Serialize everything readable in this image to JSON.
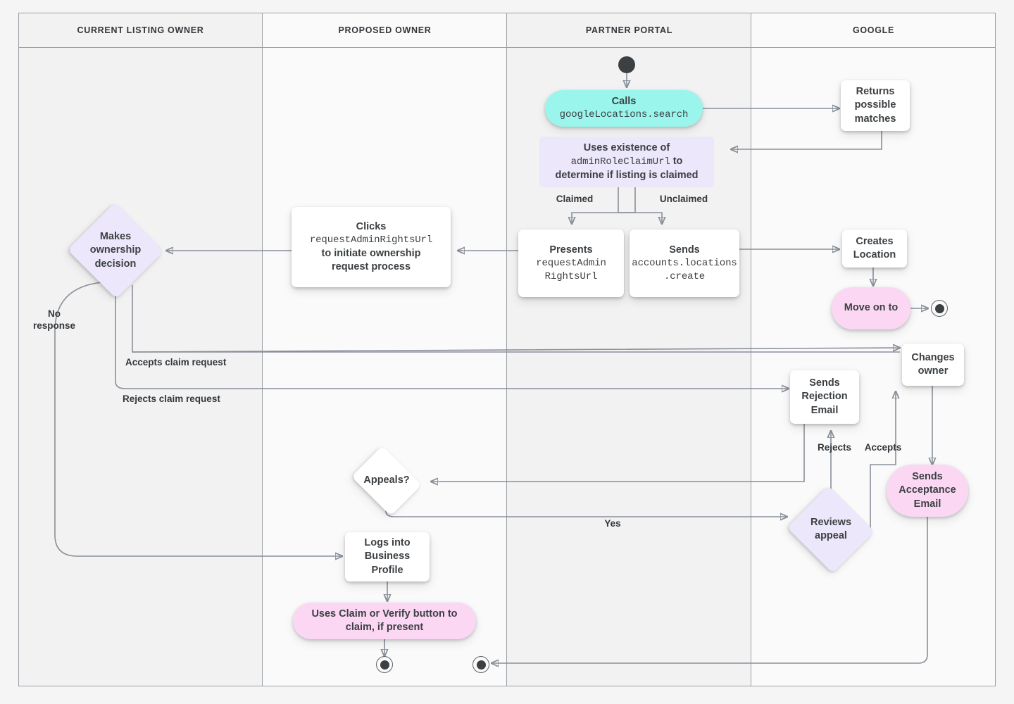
{
  "diagram": {
    "type": "swimlane-flowchart",
    "title": "Google Business Profile location ownership transfer flow"
  },
  "lanes": [
    {
      "id": "current-listing-owner",
      "label": "CURRENT LISTING OWNER"
    },
    {
      "id": "proposed-owner",
      "label": "PROPOSED OWNER"
    },
    {
      "id": "partner-portal",
      "label": "PARTNER PORTAL"
    },
    {
      "id": "google",
      "label": "GOOGLE"
    }
  ],
  "nodes": {
    "start": {
      "shape": "start-dot"
    },
    "calls_search": {
      "shape": "pill",
      "fill": "#9af5ec",
      "line1": "Calls",
      "line2": "googleLocations.search"
    },
    "returns_matches": {
      "shape": "box",
      "fill": "#ffffff",
      "line1": "Returns",
      "line2": "possible",
      "line3": "matches"
    },
    "uses_existence": {
      "shape": "rect",
      "fill": "#ece7fa",
      "line1": "Uses existence of",
      "line2": "adminRoleClaimUrl",
      "line2_suffix": " to",
      "line3": "determine if listing is claimed"
    },
    "presents_url": {
      "shape": "box",
      "fill": "#ffffff",
      "line1": "Presents",
      "line2": "requestAdmin",
      "line3": "RightsUrl"
    },
    "sends_create": {
      "shape": "box",
      "fill": "#ffffff",
      "line1": "Sends",
      "line2": "accounts.locations",
      "line3": ".create"
    },
    "clicks_url": {
      "shape": "box",
      "fill": "#ffffff",
      "line1": "Clicks",
      "line2": "requestAdminRightsUrl",
      "line3": "to initiate ownership",
      "line4": "request process"
    },
    "makes_decision": {
      "shape": "diamond",
      "fill": "#ece7fa",
      "line1": "Makes",
      "line2": "ownership",
      "line3": "decision"
    },
    "creates_location": {
      "shape": "box",
      "fill": "#ffffff",
      "line1": "Creates",
      "line2": "Location"
    },
    "move_on_to": {
      "shape": "pill",
      "fill": "#fbd7f4",
      "line1": "Move on to"
    },
    "end_google": {
      "shape": "end-dot"
    },
    "changes_owner": {
      "shape": "box",
      "fill": "#ffffff",
      "line1": "Changes",
      "line2": "owner"
    },
    "sends_rejection": {
      "shape": "box",
      "fill": "#ffffff",
      "line1": "Sends",
      "line2": "Rejection",
      "line3": "Email"
    },
    "sends_acceptance": {
      "shape": "pill",
      "fill": "#fbd7f4",
      "line1": "Sends",
      "line2": "Acceptance",
      "line3": "Email"
    },
    "appeals": {
      "shape": "diamond",
      "fill": "#ffffff",
      "line1": "Appeals?"
    },
    "reviews_appeal": {
      "shape": "diamond",
      "fill": "#ece7fa",
      "line1": "Reviews",
      "line2": "appeal"
    },
    "logs_into": {
      "shape": "box",
      "fill": "#ffffff",
      "line1": "Logs into",
      "line2": "Business",
      "line3": "Profile"
    },
    "uses_claim_verify": {
      "shape": "pill",
      "fill": "#fbd7f4",
      "line1": "Uses Claim or Verify button to",
      "line2": "claim, if present"
    },
    "end_proposed": {
      "shape": "end-dot"
    },
    "end_partner": {
      "shape": "end-dot"
    }
  },
  "edge_labels": {
    "claimed": "Claimed",
    "unclaimed": "Unclaimed",
    "no_response": "No\nresponse",
    "accepts_claim": "Accepts claim request",
    "rejects_claim": "Rejects claim request",
    "rejects": "Rejects",
    "accepts": "Accepts",
    "yes": "Yes"
  },
  "colors": {
    "cyan": "#9af5ec",
    "pink": "#fbd7f4",
    "lavender": "#ece7fa",
    "white": "#ffffff",
    "line": "#8a9099",
    "text": "#3c4043",
    "lane_border": "#9aa0a6",
    "lane_shade_a": "#f2f2f2",
    "lane_shade_b": "#fafafa",
    "canvas": "#f5f5f5"
  }
}
